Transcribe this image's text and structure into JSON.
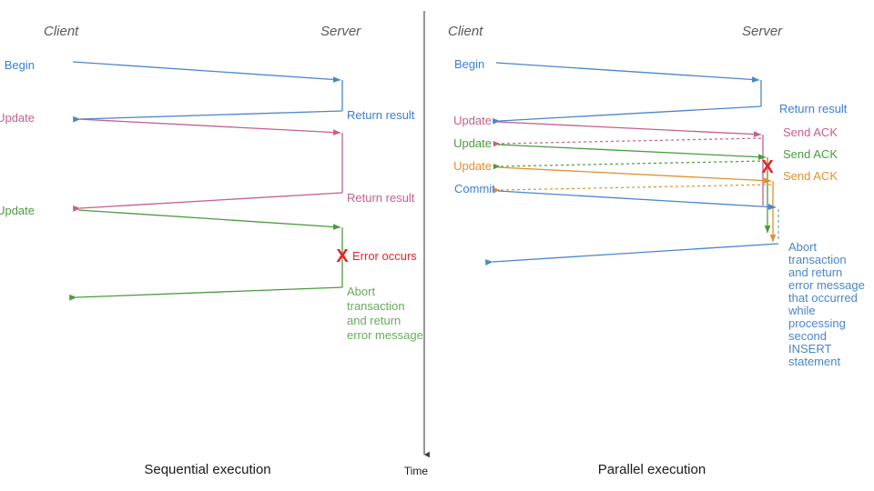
{
  "colors": {
    "blue": "#4a86c8",
    "blue_light": "#7aa9d8",
    "blue_text": "#3b7dd8",
    "pink": "#c45f8e",
    "pink_light": "#d98cb0",
    "green": "#4a9b3e",
    "green_light": "#86c47a",
    "orange": "#e09030",
    "orange_light": "#f0b366",
    "red": "#e8242a",
    "gray_text": "#595959",
    "axis": "#404040",
    "black": "#1a1a1a"
  },
  "axis": {
    "time_label": "Time"
  },
  "panels": [
    {
      "id": "sequential",
      "caption": "Sequential execution",
      "lanes": {
        "client": "Client",
        "server": "Server"
      },
      "client_labels": [
        {
          "text": "Begin",
          "color": "blue_text"
        },
        {
          "text": "Update",
          "color": "pink"
        },
        {
          "text": "Update",
          "color": "green"
        }
      ],
      "server_labels": [
        {
          "text": "Return result",
          "color": "blue_text"
        },
        {
          "text": "Return result",
          "color": "pink"
        }
      ],
      "error_mark": "X",
      "error_label": "Error occurs",
      "note_lines": [
        "Abort",
        "transaction",
        "and return",
        "error message"
      ]
    },
    {
      "id": "parallel",
      "caption": "Parallel execution",
      "lanes": {
        "client": "Client",
        "server": "Server"
      },
      "client_labels": [
        {
          "text": "Begin",
          "color": "blue_text"
        },
        {
          "text": "Update",
          "color": "pink"
        },
        {
          "text": "Update",
          "color": "green"
        },
        {
          "text": "Update",
          "color": "orange"
        },
        {
          "text": "Commit",
          "color": "blue_text"
        }
      ],
      "server_labels": [
        {
          "text": "Return result",
          "color": "blue_text"
        },
        {
          "text": "Send ACK",
          "color": "pink"
        },
        {
          "text": "Send ACK",
          "color": "green"
        },
        {
          "text": "Send ACK",
          "color": "orange"
        }
      ],
      "error_mark": "X",
      "note_lines": [
        "Abort",
        "transaction",
        "and return",
        "error message",
        "that occurred",
        "while",
        "processing",
        "second",
        "INSERT",
        "statement"
      ]
    }
  ]
}
